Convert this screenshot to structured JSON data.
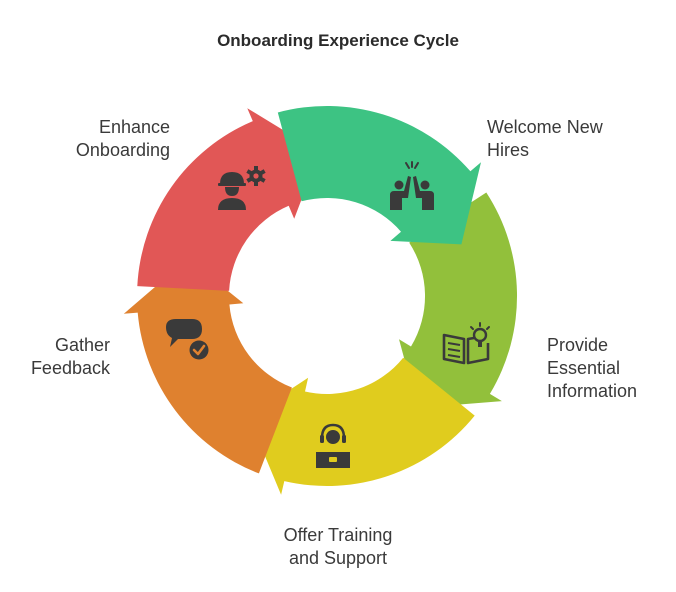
{
  "title": "Onboarding Experience Cycle",
  "steps": [
    {
      "lines": [
        "Welcome New",
        "Hires"
      ],
      "color": "#3dc383",
      "icon": "high-five-icon"
    },
    {
      "lines": [
        "Provide",
        "Essential",
        "Information"
      ],
      "color": "#92c03b",
      "icon": "book-lightbulb-icon"
    },
    {
      "lines": [
        "Offer Training",
        "and Support"
      ],
      "color": "#e0cc1e",
      "icon": "support-agent-icon"
    },
    {
      "lines": [
        "Gather",
        "Feedback"
      ],
      "color": "#df812f",
      "icon": "chat-check-icon"
    },
    {
      "lines": [
        "Enhance",
        "Onboarding"
      ],
      "color": "#e15756",
      "icon": "worker-gear-icon"
    }
  ]
}
